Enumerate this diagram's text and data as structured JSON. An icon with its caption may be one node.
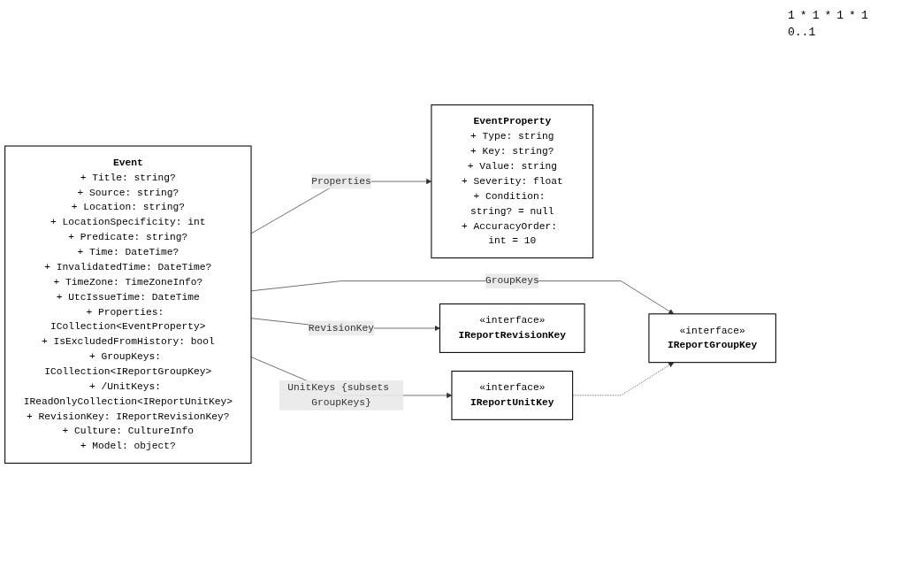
{
  "diagram": {
    "nodes": [
      {
        "text": [
          "Event",
          "+ Title: string?",
          "+ Source: string?",
          "+ Location: string?",
          "+ LocationSpecificity: int",
          "+ Predicate: string?",
          "+ Time: DateTime?",
          "+ InvalidatedTime: DateTime?",
          "+ TimeZone: TimeZoneInfo?",
          "+ UtcIssueTime: DateTime",
          "+ Properties: ICollection<EventProperty>",
          "+ IsExcludedFromHistory: bool",
          "+ GroupKeys: ICollection<IReportGroupKey>",
          "+ /UnitKeys: IReadOnlyCollection<IReportUnitKey>",
          "+ RevisionKey: IReportRevisionKey?",
          "+ Culture: CultureInfo",
          "+ Model: object?"
        ]
      },
      {
        "text": [
          "EventProperty",
          "+ Type: string",
          "+ Key: string?",
          "+ Value: string",
          "+ Severity: float",
          "+ Condition: string? = null",
          "+ AccuracyOrder: int = 10"
        ]
      },
      {
        "text": [
          "«interface»",
          "IReportGroupKey"
        ]
      },
      {
        "text": [
          "«interface»",
          "IReportUnitKey"
        ]
      },
      {
        "text": [
          "«interface»",
          "IReportRevisionKey"
        ]
      }
    ],
    "edges": [
      {
        "from": 0,
        "to": 1,
        "arrow": "to",
        "label": "Properties"
      },
      {
        "from": 0,
        "to": 2,
        "arrow": "to",
        "label": "GroupKeys"
      },
      {
        "from": 0,
        "to": 3,
        "arrow": "to",
        "label": "UnitKeys {subsets GroupKeys}"
      },
      {
        "from": 3,
        "to": 2,
        "arrow": "to",
        "style": "dashed"
      },
      {
        "from": 0,
        "to": 4,
        "arrow": "to",
        "label": "RevisionKey"
      }
    ],
    "labels": [
      "1",
      "*",
      "1",
      "*",
      "1",
      "*",
      "1",
      "0..1"
    ]
  }
}
